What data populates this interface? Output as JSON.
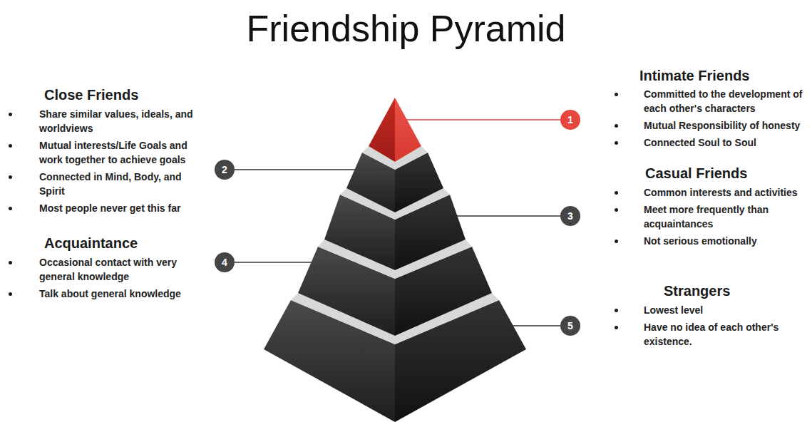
{
  "diagram": {
    "title": "Friendship Pyramid",
    "nodes": [
      {
        "text": [
          "1"
        ]
      },
      {
        "text": [
          "2"
        ]
      },
      {
        "text": [
          "3"
        ]
      },
      {
        "text": [
          "4"
        ]
      },
      {
        "text": [
          "5"
        ]
      }
    ],
    "labels": [
      "Close Friends",
      "Share similar values, ideals, and worldviews",
      "Mutual interests/Life Goals and work together to achieve goals",
      "Connected in Mind, Body, and Spirit",
      "Most people never get this far",
      "Acquaintance",
      "Occasional contact with very general knowledge",
      "Talk about general knowledge",
      "Intimate Friends",
      "Committed to the development of each other's characters",
      "Mutual Responsibility of honesty",
      "Connected Soul to Soul",
      "Casual Friends",
      "Common interests and activities",
      "Meet more frequently than acquaintances",
      "Not serious emotionally",
      "Strangers",
      "Lowest level",
      "Have no idea of each other's existence."
    ]
  }
}
